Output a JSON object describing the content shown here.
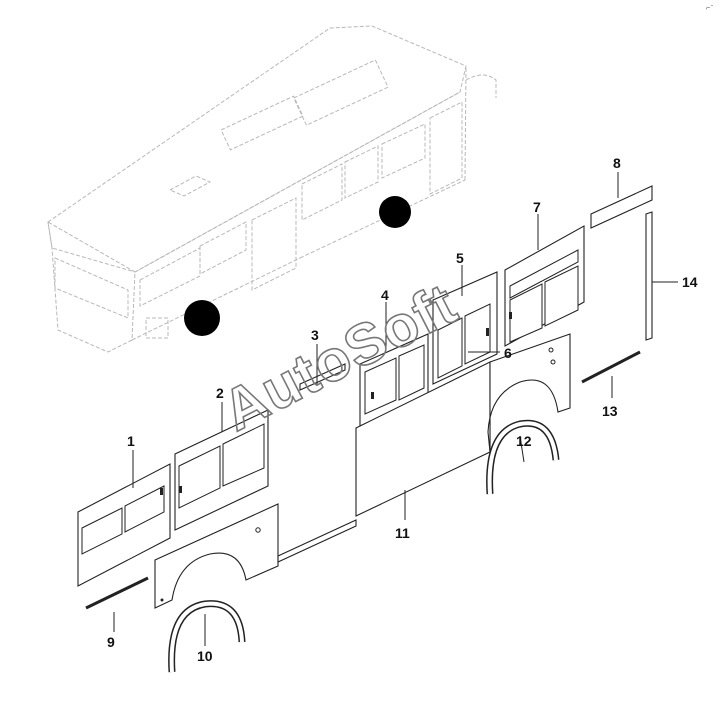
{
  "watermark": "AutoSoft",
  "corner_mark": "⌐ ̄",
  "callouts": [
    {
      "id": "1",
      "label": "1"
    },
    {
      "id": "2",
      "label": "2"
    },
    {
      "id": "3",
      "label": "3"
    },
    {
      "id": "4",
      "label": "4"
    },
    {
      "id": "5",
      "label": "5"
    },
    {
      "id": "6",
      "label": "6"
    },
    {
      "id": "7",
      "label": "7"
    },
    {
      "id": "8",
      "label": "8"
    },
    {
      "id": "9",
      "label": "9"
    },
    {
      "id": "10",
      "label": "10"
    },
    {
      "id": "11",
      "label": "11"
    },
    {
      "id": "12",
      "label": "12"
    },
    {
      "id": "13",
      "label": "13"
    },
    {
      "id": "14",
      "label": "14"
    }
  ]
}
